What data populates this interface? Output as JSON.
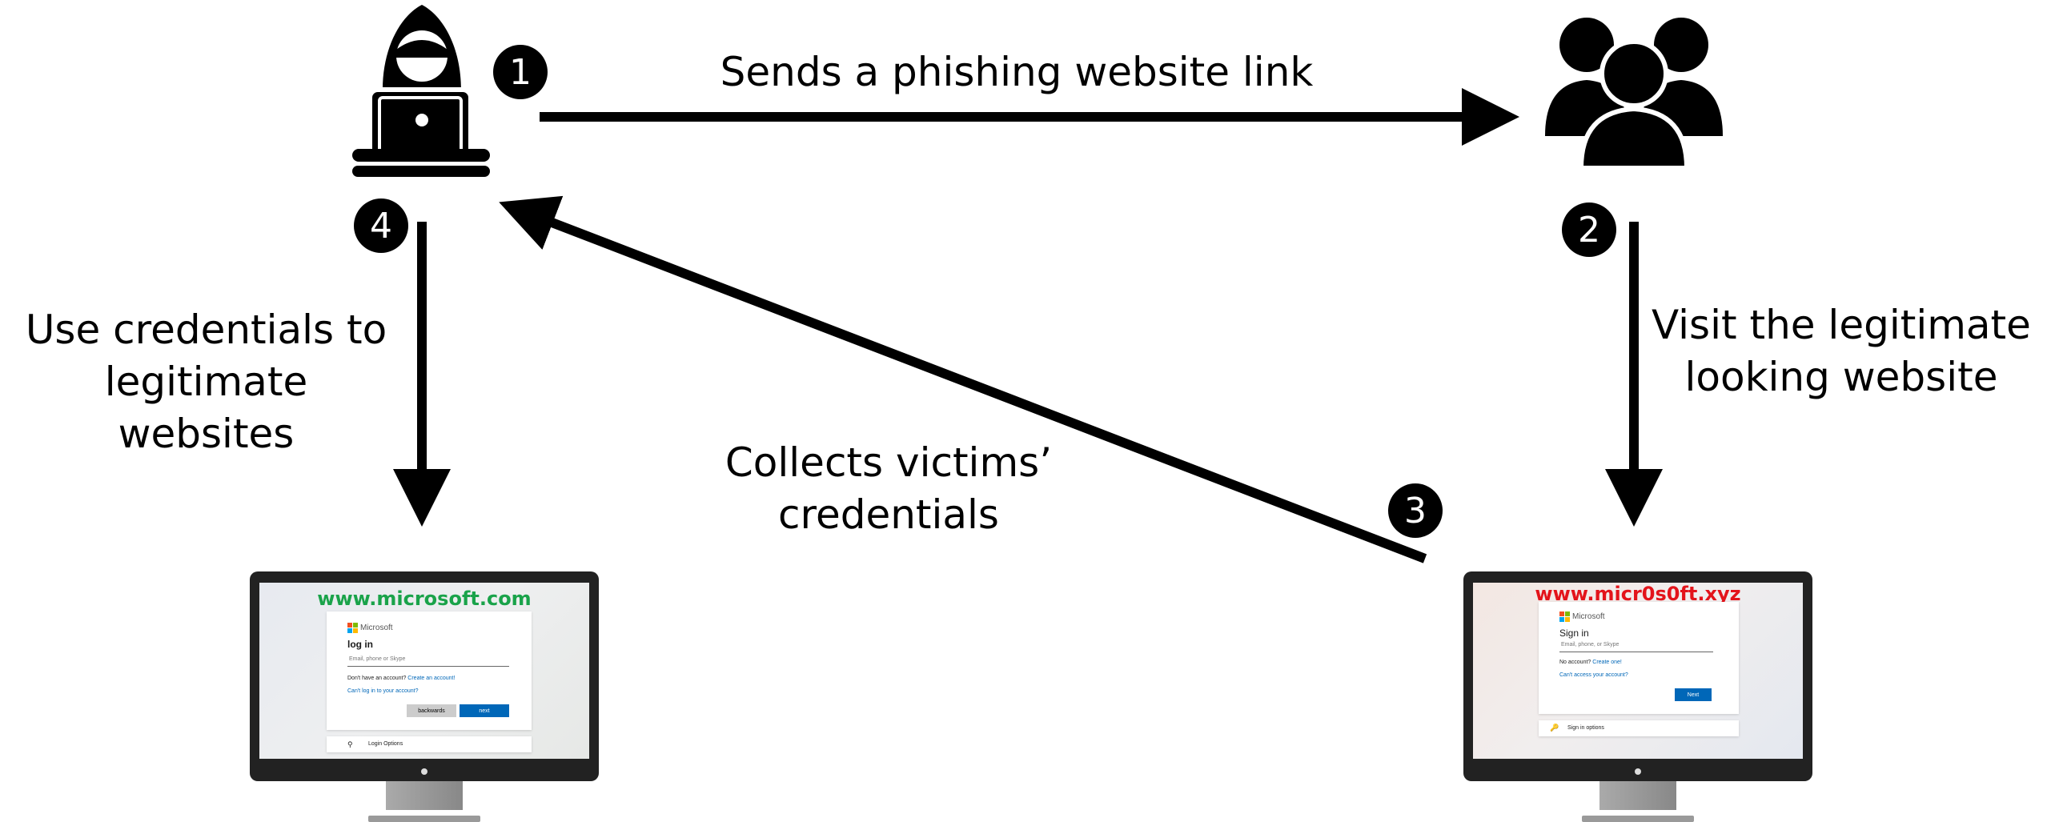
{
  "steps": {
    "one": "1",
    "two": "2",
    "three": "3",
    "four": "4"
  },
  "labels": {
    "sends_link": "Sends a phishing website link",
    "visit_line1": "Visit the legitimate",
    "visit_line2": "looking website",
    "collects_line1": "Collects victims’",
    "collects_line2": "credentials",
    "use_line1": "Use credentials to",
    "use_line2": "legitimate",
    "use_line3": "websites"
  },
  "left_screen": {
    "url": "www.microsoft.com",
    "url_color": "#1aa34a",
    "brand": "Microsoft",
    "heading": "log in",
    "field_placeholder": "Email, phone or Skype",
    "no_account_text": "Don't have an account?",
    "create_link": "Create an account!",
    "cant_access": "Can't log in to your account?",
    "back_button": "backwards",
    "next_button": "next",
    "options": "Login Options"
  },
  "right_screen": {
    "url": "www.micr0s0ft.xyz",
    "url_color": "#e3141b",
    "brand": "Microsoft",
    "heading": "Sign in",
    "field_placeholder": "Email, phone, or Skype",
    "no_account_text": "No account?",
    "create_link": "Create one!",
    "cant_access": "Can't access your account?",
    "next_button": "Next",
    "options": "Sign in options"
  },
  "colors": {
    "ms_red": "#f25022",
    "ms_green": "#7fba00",
    "ms_blue": "#00a4ef",
    "ms_yellow": "#ffb900",
    "button_blue": "#0067b8"
  }
}
